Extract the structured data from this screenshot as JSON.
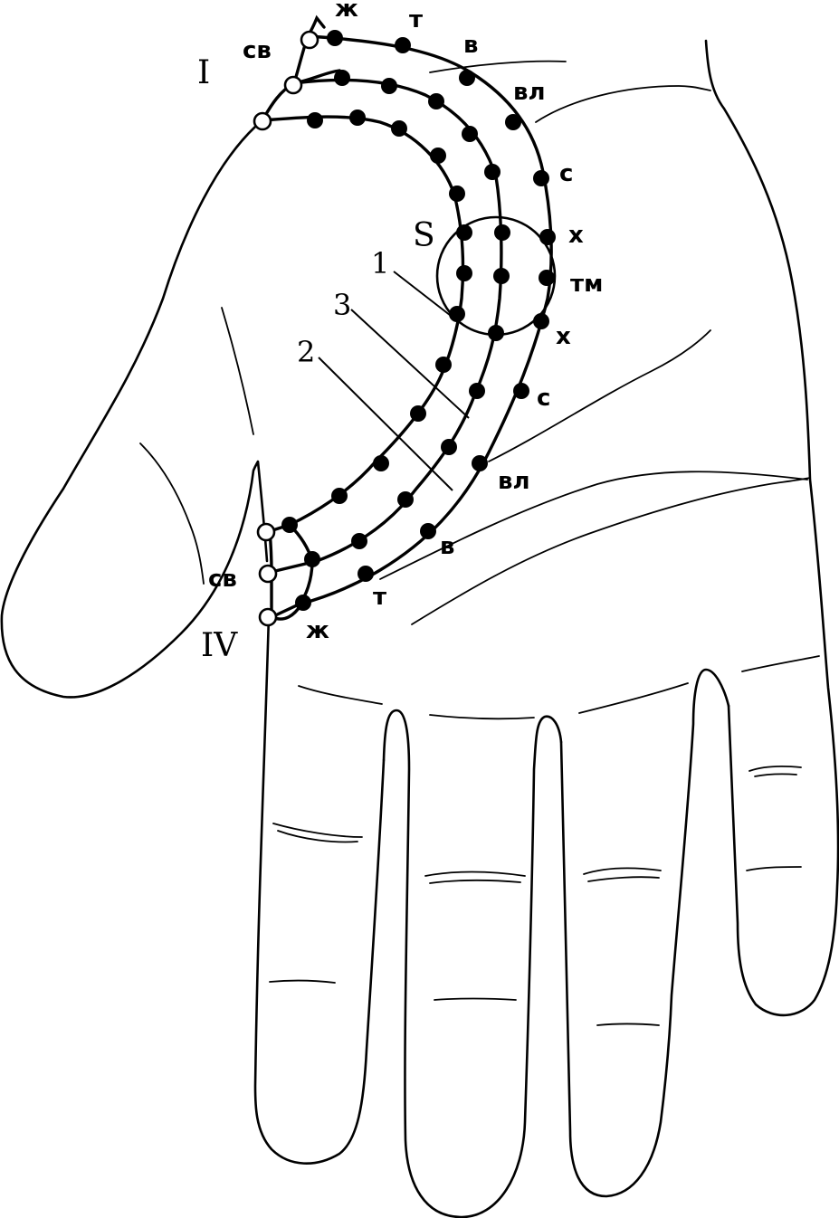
{
  "zone_labels": {
    "top_ring": "I",
    "bottom_ring": "IV",
    "center_circle": "S"
  },
  "line_numbers": {
    "inner": "1",
    "outer": "2",
    "middle": "3"
  },
  "point_labels": {
    "top": [
      "ж",
      "т",
      "в",
      "вл",
      "с",
      "х"
    ],
    "top_start": "св",
    "center": "тм",
    "bottom": [
      "х",
      "с",
      "вл",
      "в",
      "т",
      "ж"
    ],
    "bottom_start": "св"
  }
}
